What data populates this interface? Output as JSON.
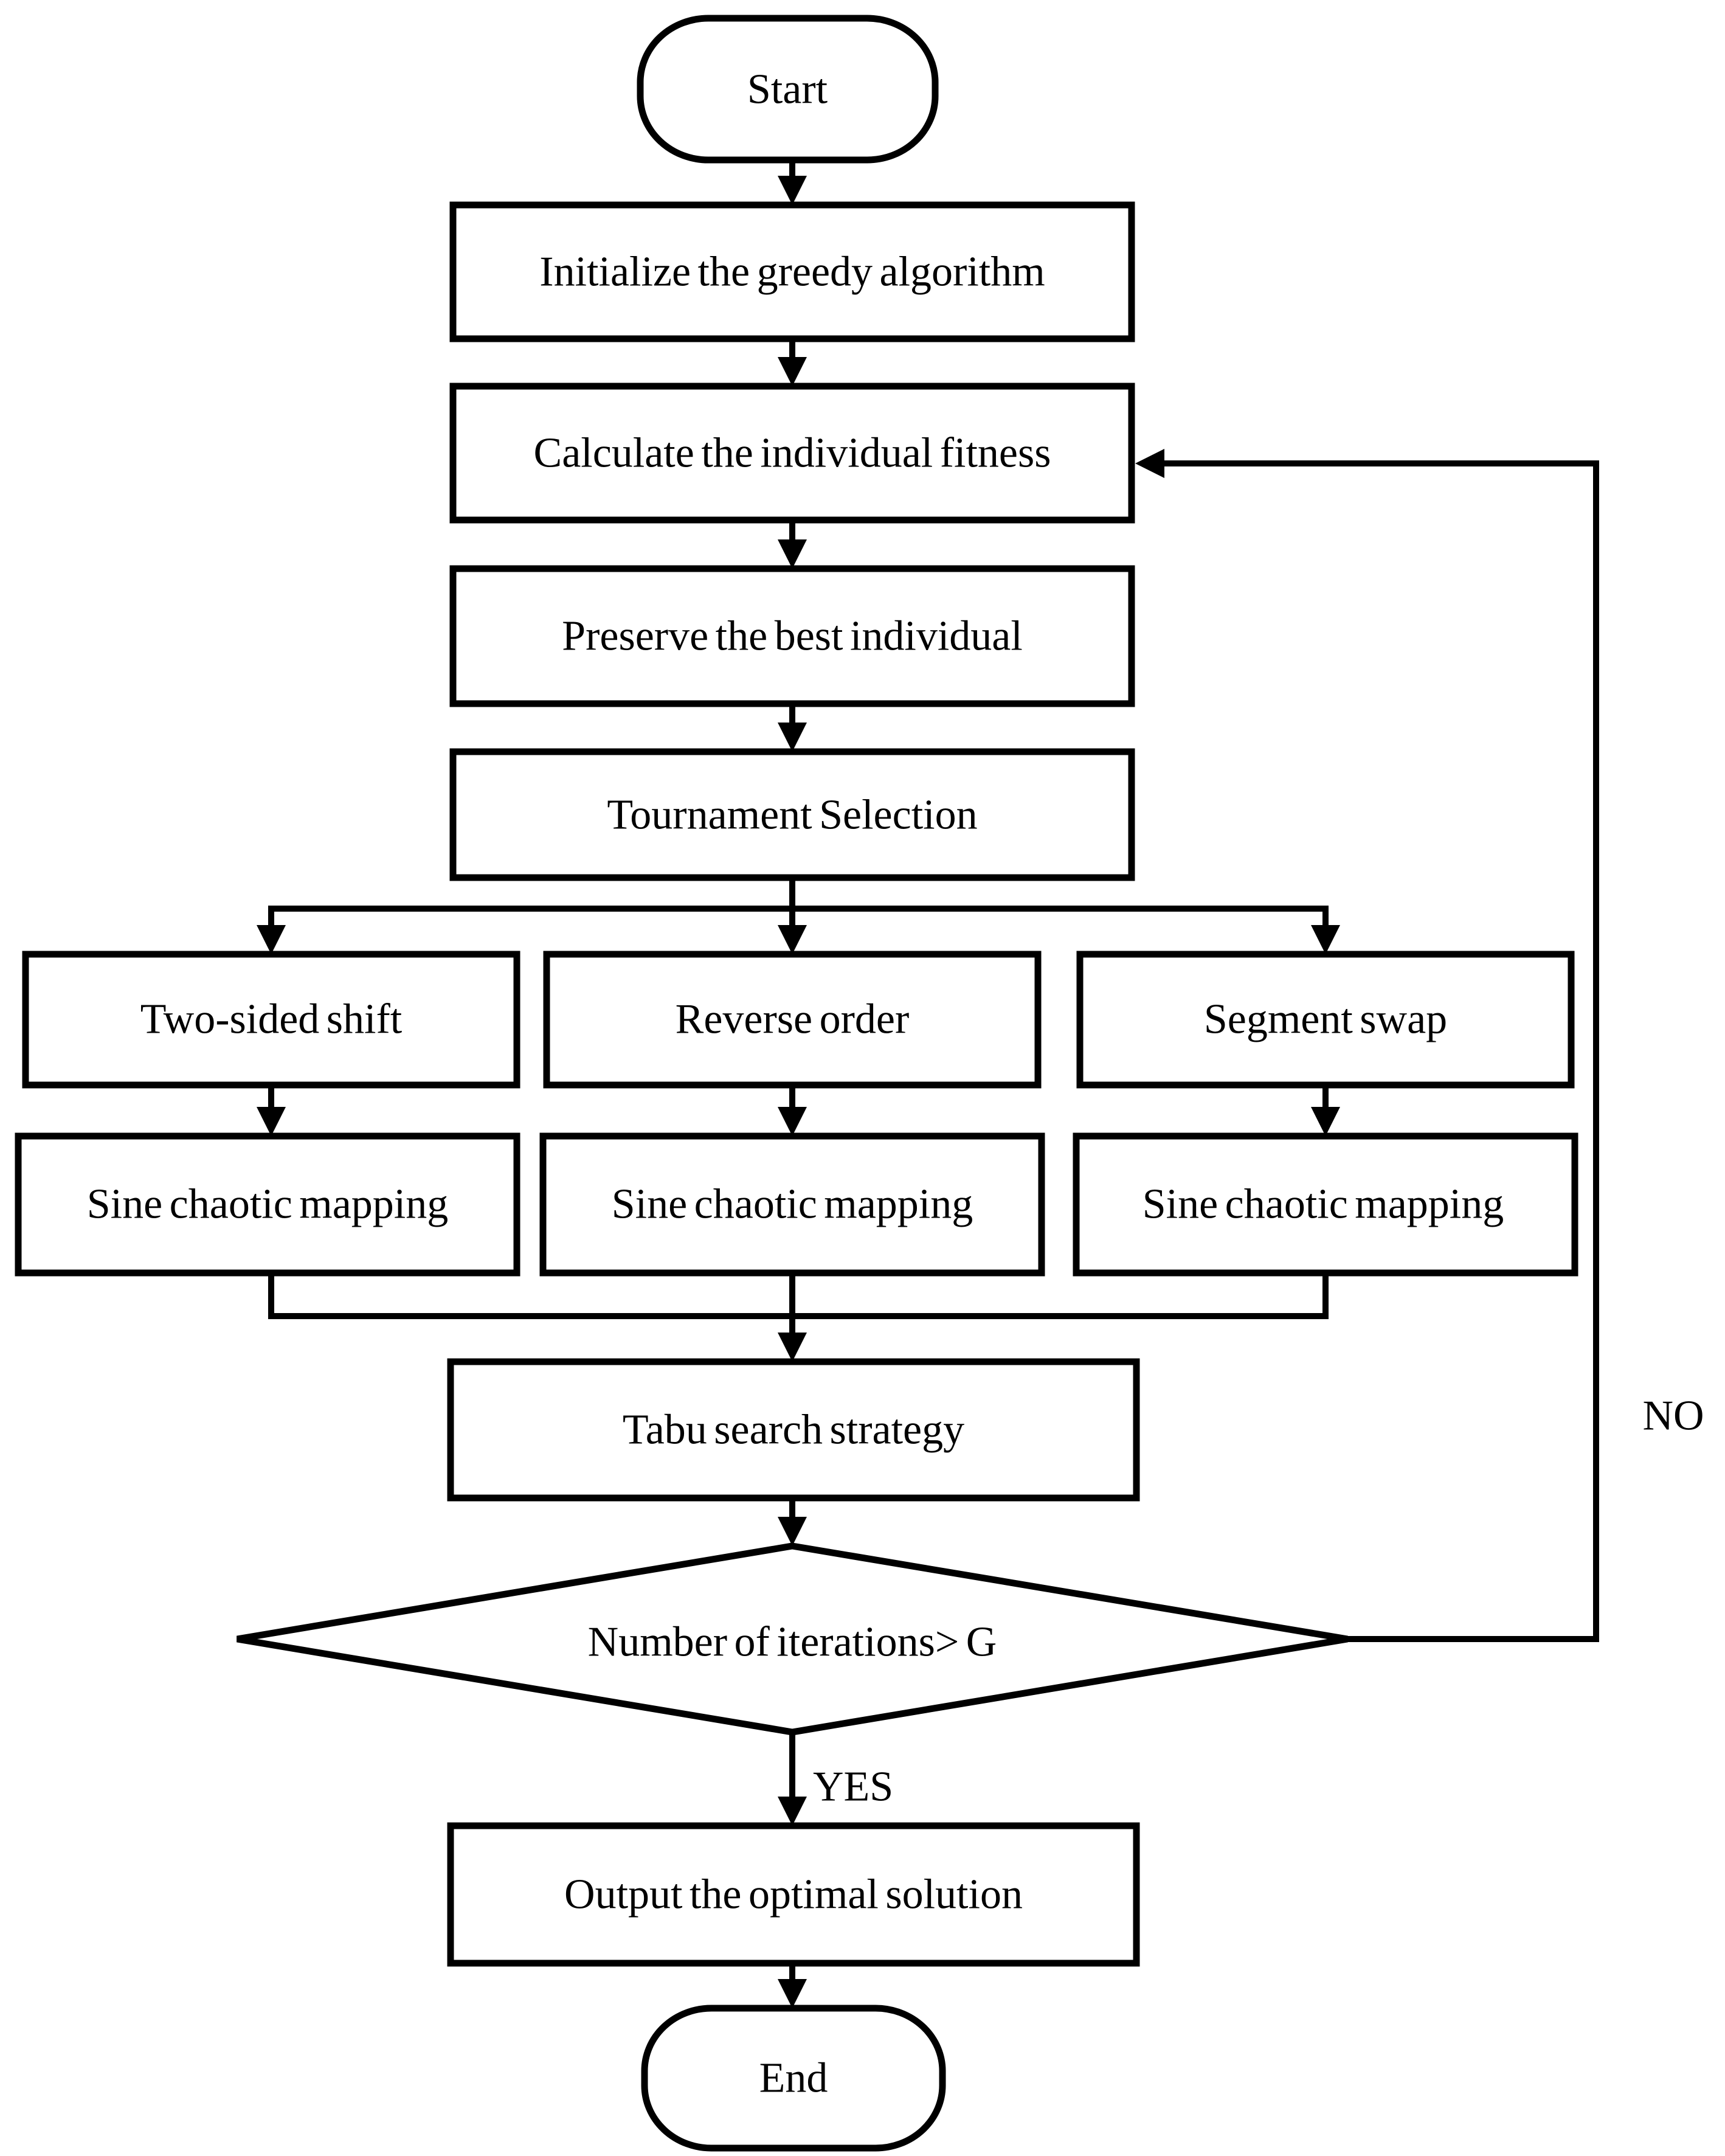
{
  "diagram": {
    "type": "flowchart",
    "background_color": "#ffffff",
    "stroke_color": "#000000",
    "text_color": "#000000",
    "nodes": {
      "start": {
        "label": "Start",
        "shape": "terminator"
      },
      "initialize": {
        "label": "Initialize the greedy algorithm",
        "shape": "process"
      },
      "calculate": {
        "label": "Calculate the individual fitness",
        "shape": "process"
      },
      "preserve": {
        "label": "Preserve the best individual",
        "shape": "process"
      },
      "tournament": {
        "label": "Tournament Selection",
        "shape": "process"
      },
      "two_sided_shift": {
        "label": "Two-sided shift",
        "shape": "process"
      },
      "reverse_order": {
        "label": "Reverse order",
        "shape": "process"
      },
      "segment_swap": {
        "label": "Segment swap",
        "shape": "process"
      },
      "sine_chaotic_1": {
        "label": "Sine chaotic mapping",
        "shape": "process"
      },
      "sine_chaotic_2": {
        "label": "Sine chaotic mapping",
        "shape": "process"
      },
      "sine_chaotic_3": {
        "label": "Sine chaotic mapping",
        "shape": "process"
      },
      "tabu_search": {
        "label": "Tabu search strategy",
        "shape": "process"
      },
      "iteration_check": {
        "label": "Number of iterations> G",
        "shape": "decision"
      },
      "output": {
        "label": "Output the optimal solution",
        "shape": "process"
      },
      "end": {
        "label": "End",
        "shape": "terminator"
      }
    },
    "edge_labels": {
      "yes": "YES",
      "no": "NO"
    }
  }
}
